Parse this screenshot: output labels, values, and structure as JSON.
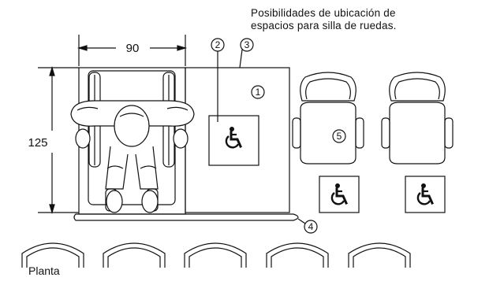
{
  "caption": {
    "line1": "Posibilidades de ubicación de",
    "line2": "espacios para silla de ruedas."
  },
  "dimensions": {
    "width": "90",
    "depth": "125"
  },
  "callouts": [
    "1",
    "2",
    "3",
    "4",
    "5"
  ],
  "footer_label": "Planta",
  "icons": [
    "wheelchair-user-topview-icon",
    "accessibility-symbol-icon",
    "theater-seat-icon"
  ]
}
